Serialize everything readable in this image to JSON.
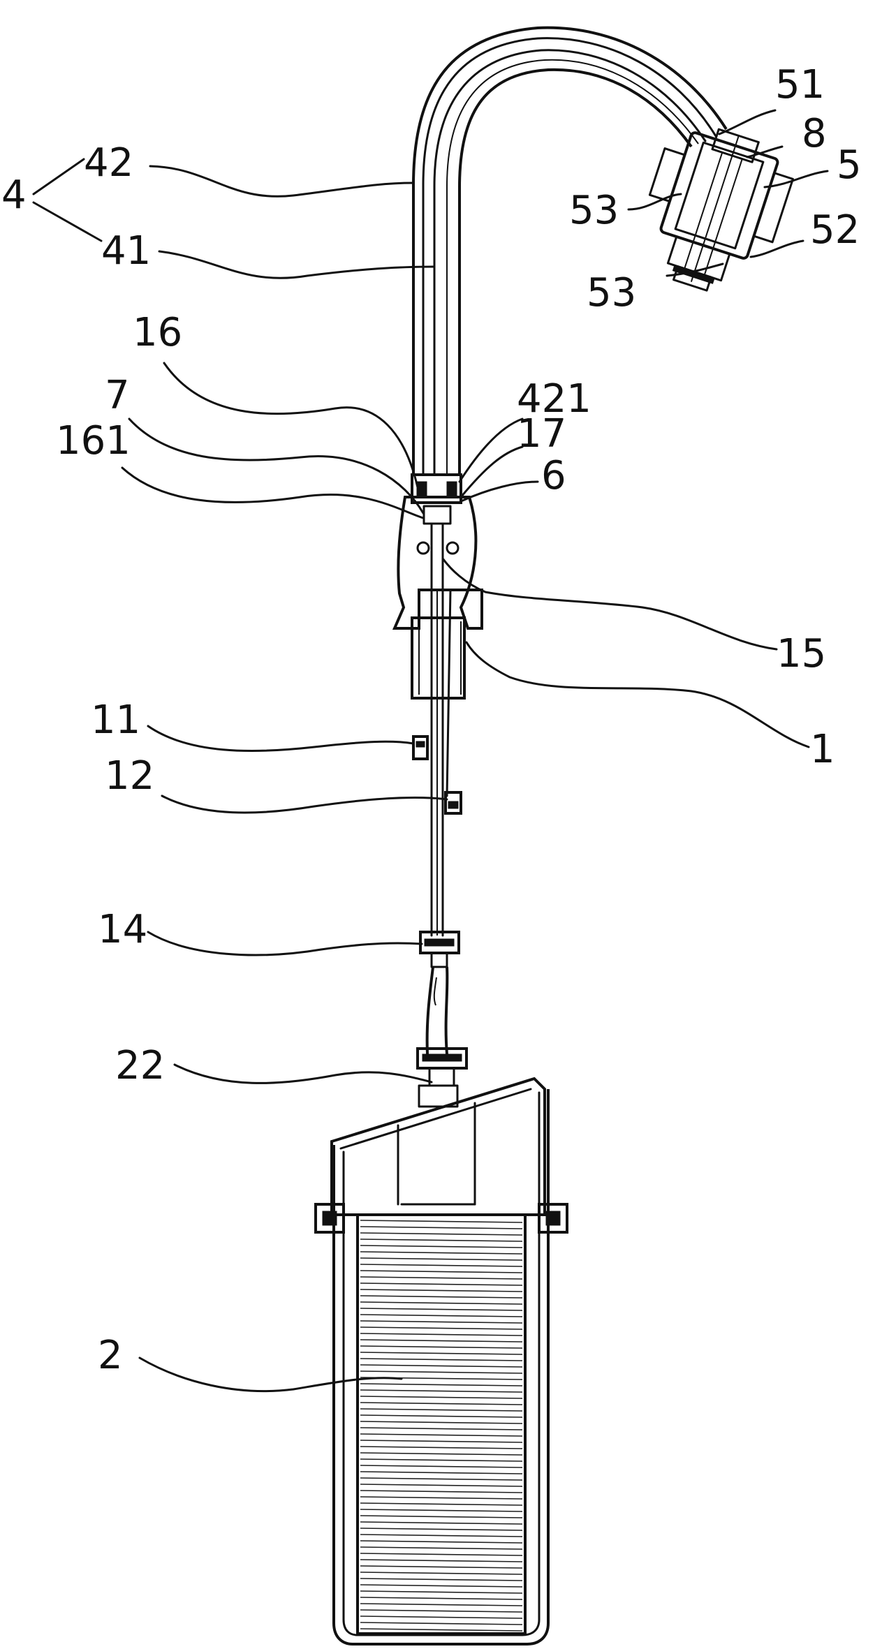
{
  "labels": [
    {
      "id": "4",
      "text": "4"
    },
    {
      "id": "42",
      "text": "42"
    },
    {
      "id": "41",
      "text": "41"
    },
    {
      "id": "51",
      "text": "51"
    },
    {
      "id": "8",
      "text": "8"
    },
    {
      "id": "5",
      "text": "5"
    },
    {
      "id": "53a",
      "text": "53"
    },
    {
      "id": "52",
      "text": "52"
    },
    {
      "id": "53b",
      "text": "53"
    },
    {
      "id": "16",
      "text": "16"
    },
    {
      "id": "7",
      "text": "7"
    },
    {
      "id": "161",
      "text": "161"
    },
    {
      "id": "421",
      "text": "421"
    },
    {
      "id": "17",
      "text": "17"
    },
    {
      "id": "6",
      "text": "6"
    },
    {
      "id": "15",
      "text": "15"
    },
    {
      "id": "1",
      "text": "1"
    },
    {
      "id": "11",
      "text": "11"
    },
    {
      "id": "12",
      "text": "12"
    },
    {
      "id": "14",
      "text": "14"
    },
    {
      "id": "22",
      "text": "22"
    },
    {
      "id": "2",
      "text": "2"
    }
  ]
}
